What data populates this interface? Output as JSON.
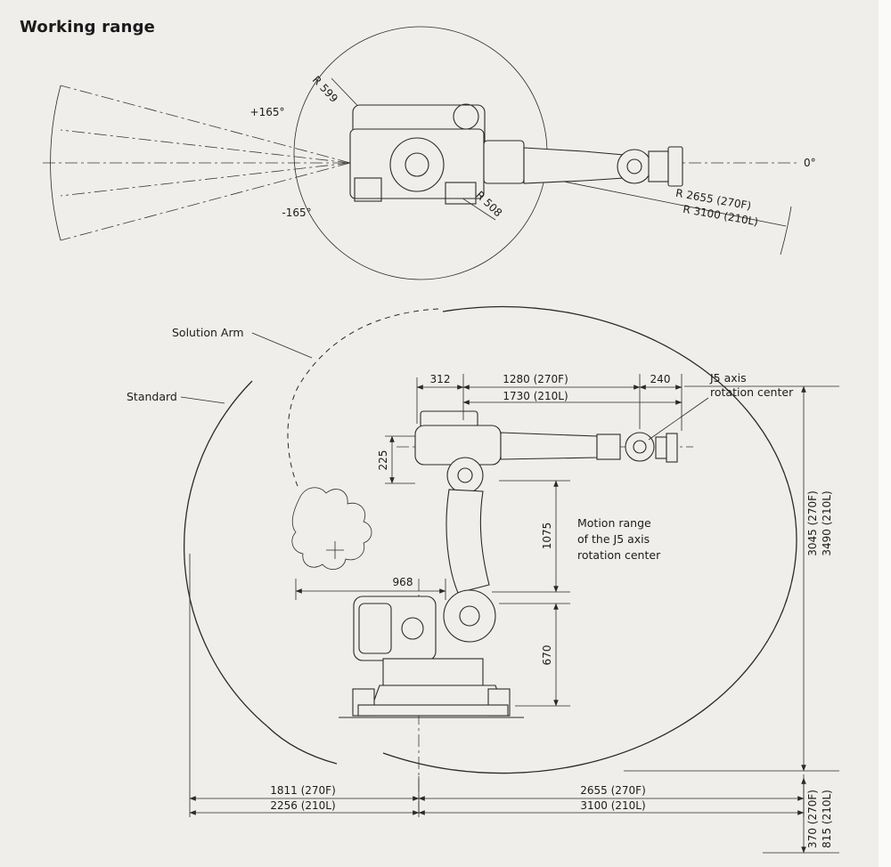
{
  "title": "Working range",
  "colors": {
    "background": "#efeeeb",
    "line": "#2a2a2a"
  },
  "top_view": {
    "angle_plus": "+165°",
    "angle_minus": "-165°",
    "r_599": "R 599",
    "r_508": "R 508",
    "r_2655": "R 2655 (270F)",
    "r_3100": "R 3100 (210L)",
    "angle_zero": "0°"
  },
  "side_view": {
    "solution_arm": "Solution Arm",
    "standard": "Standard",
    "j5_axis_line1": "J5 axis",
    "j5_axis_line2": "rotation center",
    "motion_line1": "Motion range",
    "motion_line2": "of the J5 axis",
    "motion_line3": "rotation center",
    "dims": {
      "d312": "312",
      "d1280": "1280 (270F)",
      "d1730": "1730 (210L)",
      "d240": "240",
      "d225": "225",
      "d1075": "1075",
      "d968": "968",
      "d670": "670",
      "d3045": "3045 (270F)",
      "d3490": "3490 (210L)",
      "d1811": "1811 (270F)",
      "d2256": "2256 (210L)",
      "d2655": "2655 (270F)",
      "d3100": "3100 (210L)",
      "d370": "370 (270F)",
      "d815": "815 (210L)"
    }
  }
}
